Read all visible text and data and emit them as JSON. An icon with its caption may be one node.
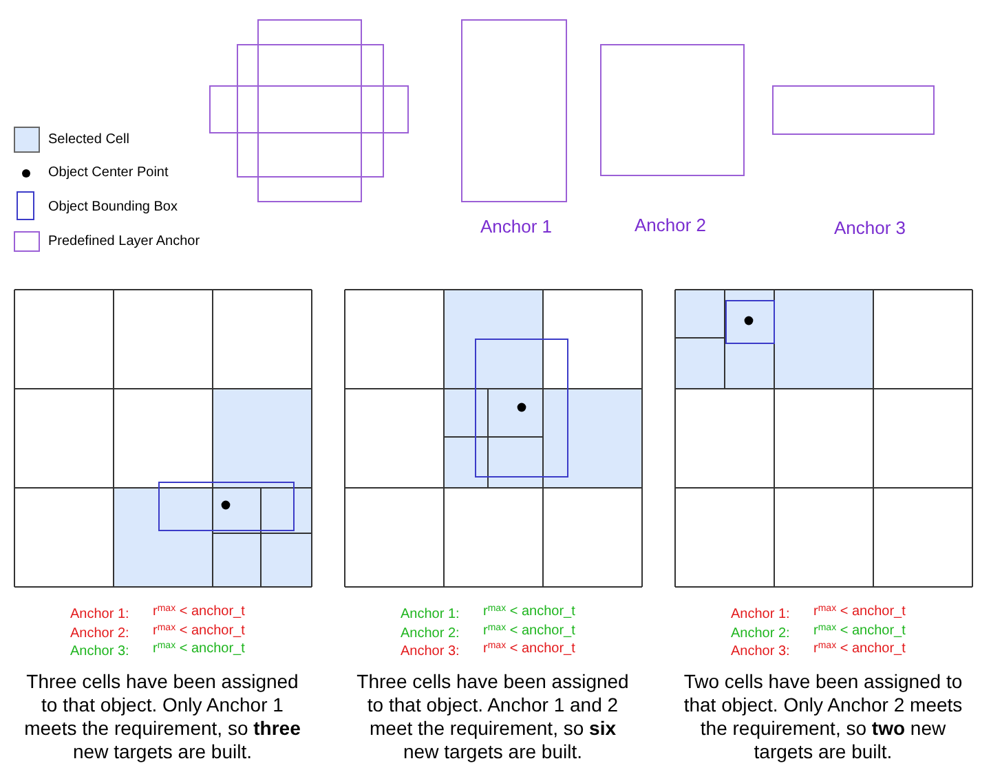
{
  "diagram": {
    "labels": [
      "Anchor 1",
      "Anchor 2",
      "Anchor 3",
      "Anchor 1:",
      "r$^{max}$ < anchor_t",
      "Anchor 2:",
      "r$^{max}$ < anchor_t",
      "Anchor 3:",
      "r$^{max}$ < anchor_t",
      "Three cells have been assigned to that object. Only Anchor 1 meets the requirement, so **three** new targets are built.",
      "Anchor 1:",
      "r$^{max}$ < anchor_t",
      "Anchor 2:",
      "r$^{max}$ < anchor_t",
      "Anchor 3:",
      "r$^{max}$ < anchor_t",
      "Three cells have been assigned to that object. Anchor 1 and 2 meet the requirement, so **six** new targets are built.",
      "Anchor 1:",
      "r$^{max}$ < anchor_t",
      "Anchor 2:",
      "r$^{max}$ < anchor_t",
      "Anchor 3:",
      "r$^{max}$ < anchor_t",
      "Two cells have been assigned to that object. Only Anchor 2 meets the requirement, so **two** new targets are built."
    ],
    "legend": [
      {
        "text": "Selected Cell",
        "color": "#dae8fc"
      },
      {
        "text": "Object Center Point"
      },
      {
        "text": "Object Bounding Box"
      },
      {
        "text": "Predefined Layer Anchor"
      }
    ]
  }
}
